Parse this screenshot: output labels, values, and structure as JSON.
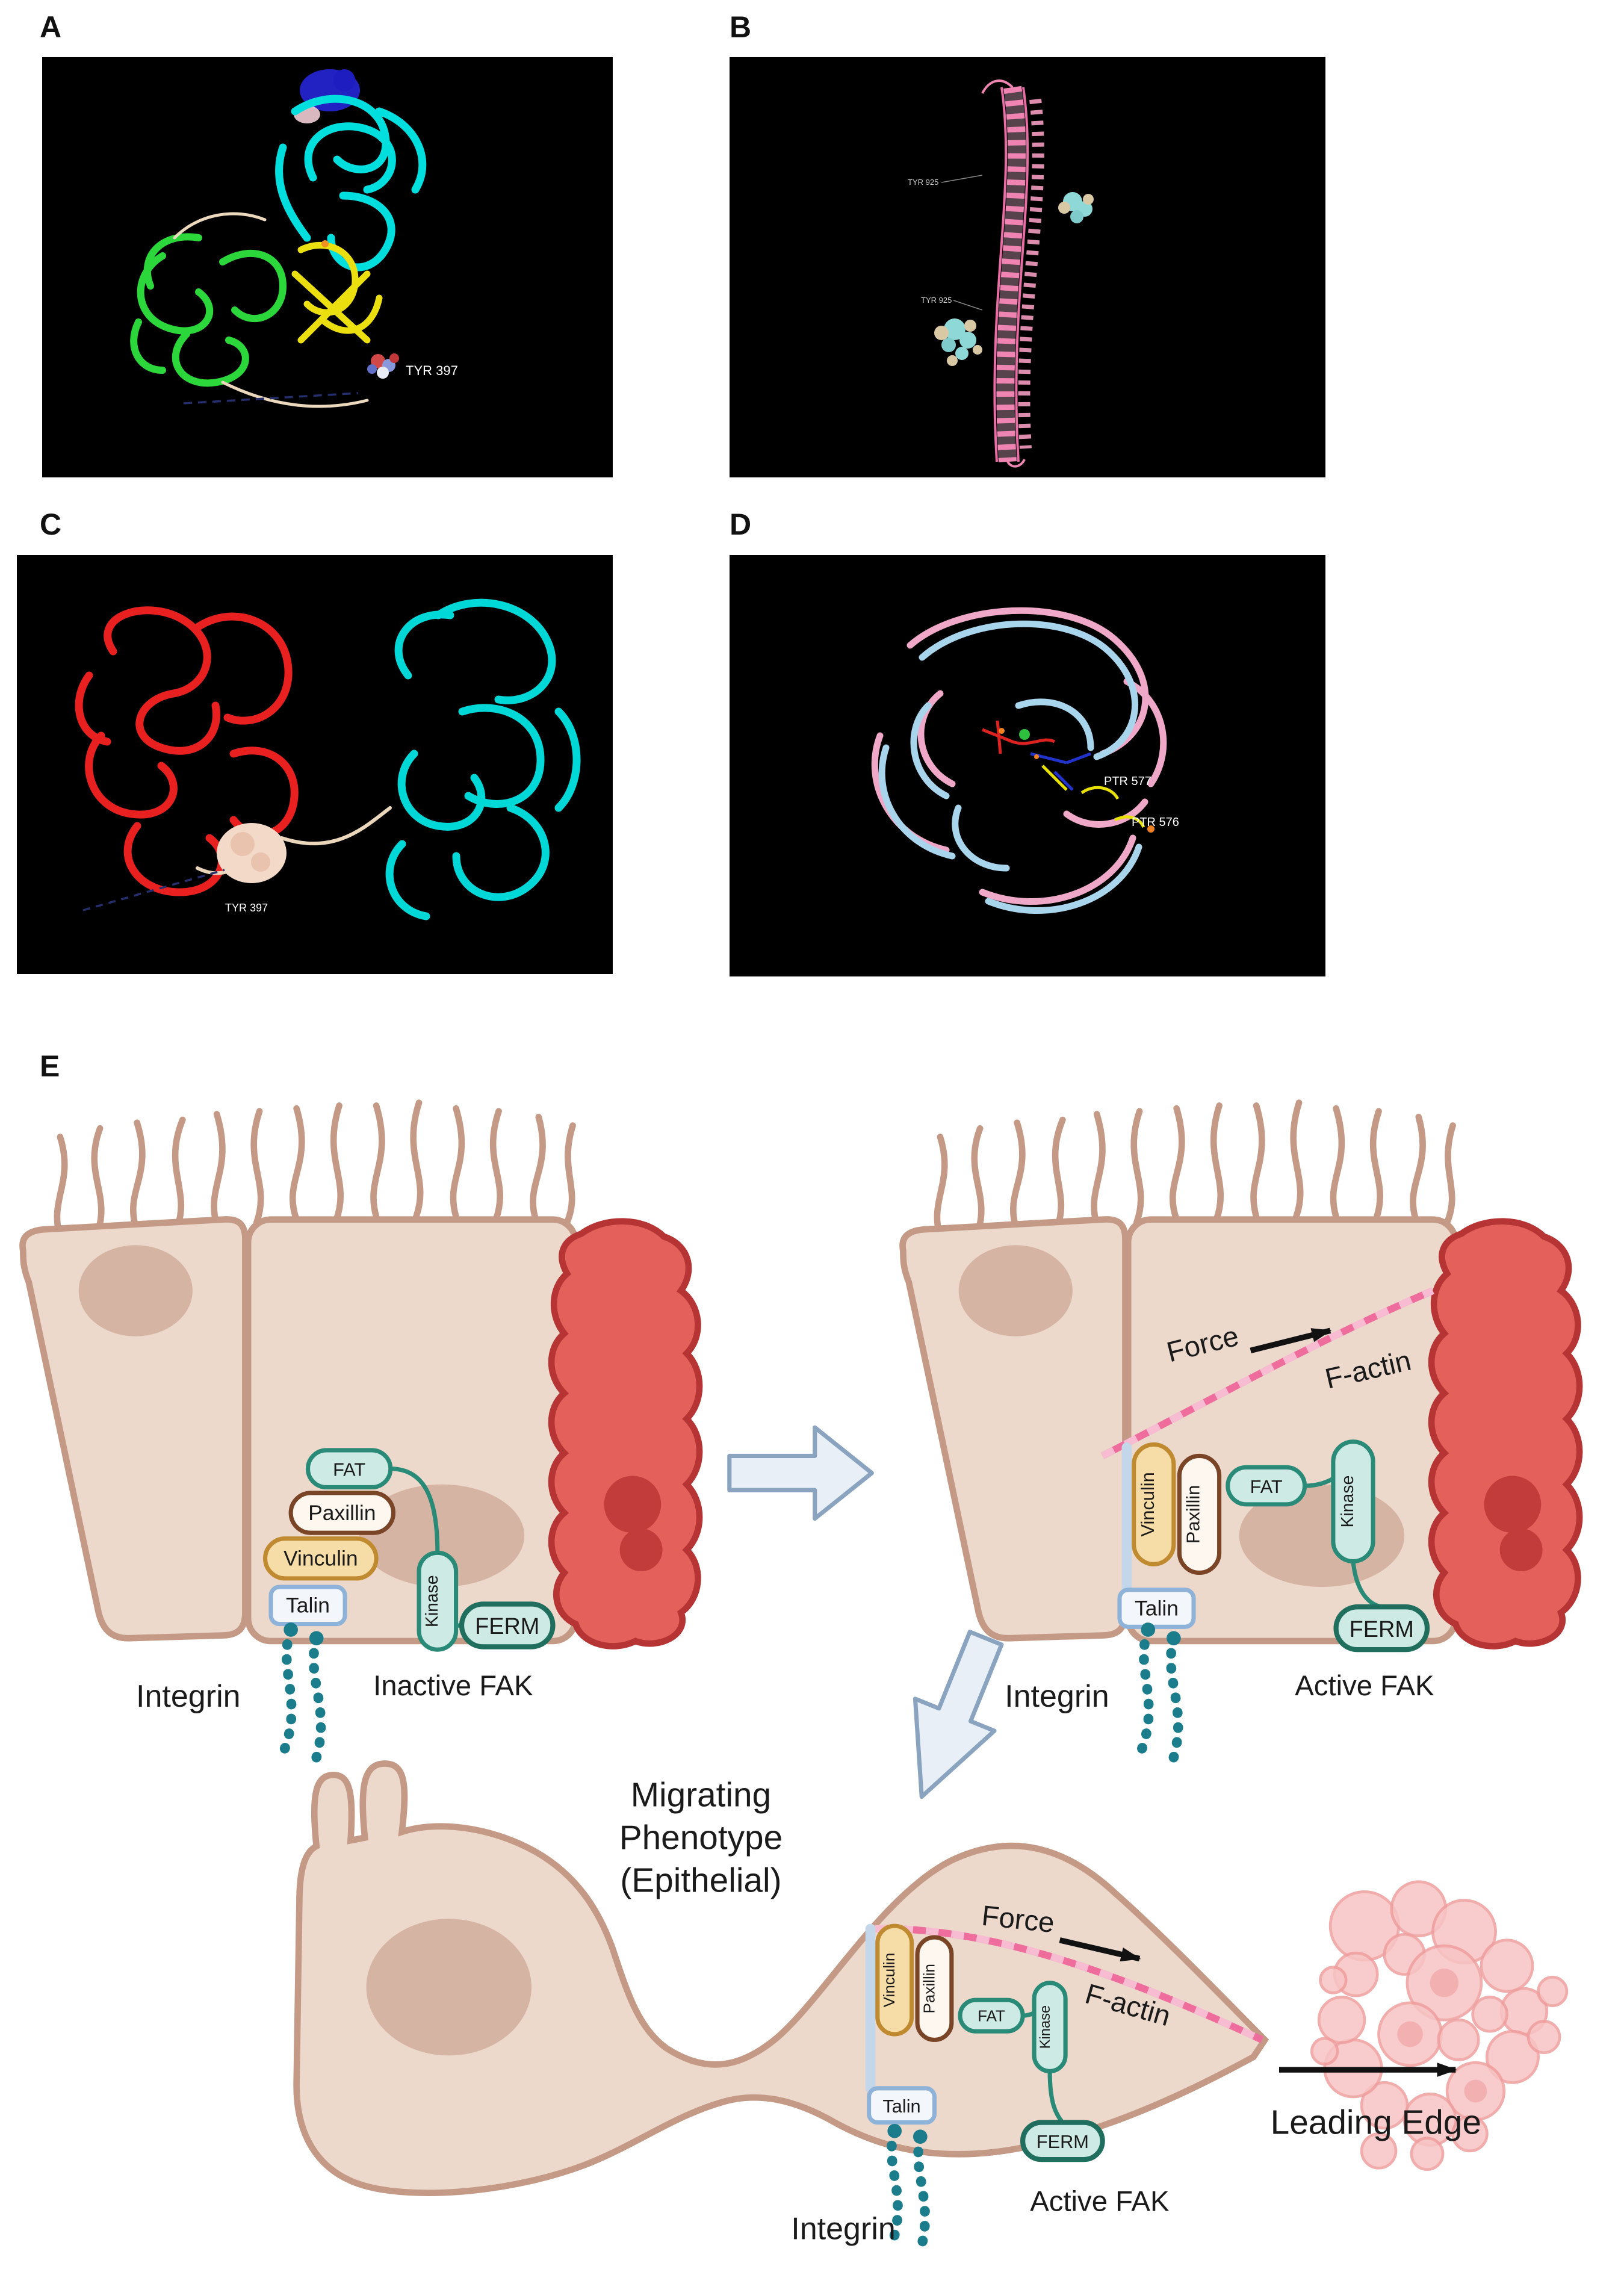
{
  "panels": {
    "a": {
      "label": "A",
      "tyr397": "TYR 397"
    },
    "b": {
      "label": "B",
      "tyr925_top": "TYR 925",
      "tyr925_mid": "TYR 925"
    },
    "c": {
      "label": "C",
      "tyr397": "TYR 397"
    },
    "d": {
      "label": "D",
      "ptr577": "PTR 577",
      "ptr576": "PTR 576"
    },
    "e": {
      "label": "E",
      "inactive": {
        "fat": "FAT",
        "paxillin": "Paxillin",
        "vinculin": "Vinculin",
        "talin": "Talin",
        "kinase": "Kinase",
        "ferm": "FERM",
        "integrin": "Integrin",
        "caption": "Inactive FAK"
      },
      "active": {
        "vinculin": "Vinculin",
        "paxillin": "Paxillin",
        "fat": "FAT",
        "kinase": "Kinase",
        "ferm": "FERM",
        "talin": "Talin",
        "force": "Force",
        "factin": "F-actin",
        "integrin": "Integrin",
        "caption": "Active FAK"
      },
      "migrating": {
        "title1": "Migrating",
        "title2": "Phenotype",
        "title3": "(Epithelial)",
        "vinculin": "Vinculin",
        "paxillin": "Paxillin",
        "fat": "FAT",
        "kinase": "Kinase",
        "ferm": "FERM",
        "talin": "Talin",
        "force": "Force",
        "factin": "F-actin",
        "integrin": "Integrin",
        "caption": "Active FAK",
        "leading_edge": "Leading Edge"
      }
    }
  },
  "colors": {
    "cell_fill": "#ecd9cc",
    "cell_stroke": "#c49a86",
    "nucleus": "#d6b4a3",
    "red_cell": "#e4605a",
    "red_cell_stroke": "#b63434",
    "red_nucleus": "#c23c3c",
    "teal_fill": "#cdeae4",
    "teal_stroke": "#2a8a78",
    "vinculin_fill": "#f6dca6",
    "vinculin_stroke": "#c08a30",
    "paxillin_stroke": "#7a4426",
    "talin_stroke": "#8fb3d8",
    "factin_pink": "#ee6d9d",
    "integrin_bead": "#1b7d8c",
    "flow_arrow_fill": "#e9eff6",
    "flow_arrow_stroke": "#8aa4c0",
    "ribbon_cyan": "#00dede",
    "ribbon_green": "#2bd73a",
    "ribbon_yellow": "#ecdf10",
    "ribbon_red": "#e82020",
    "ribbon_pink": "#ef83b2",
    "ribbon_lightblue": "#a8d4ec"
  }
}
